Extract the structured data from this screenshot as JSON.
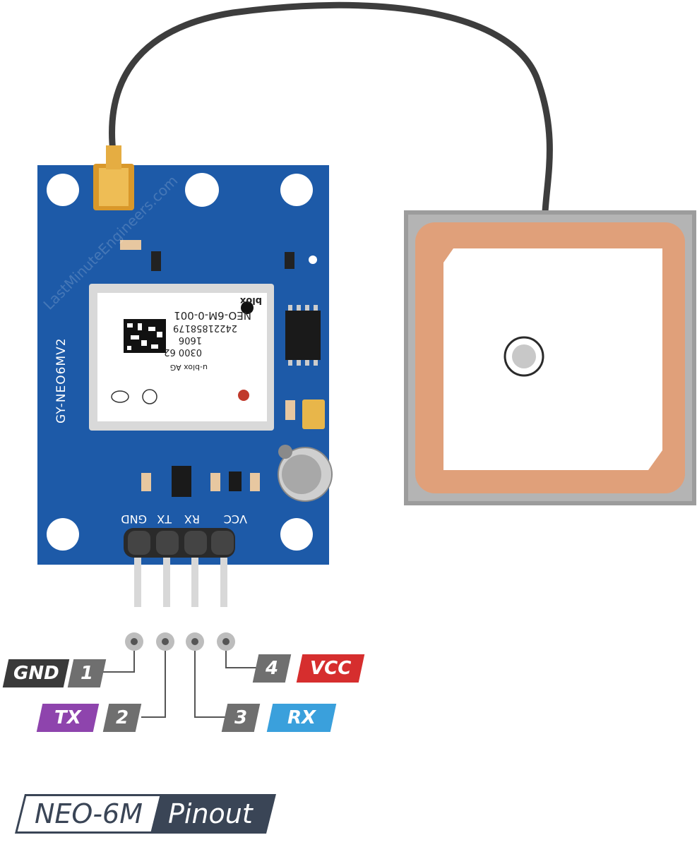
{
  "board": {
    "model_label": "GY-NEO6MV2",
    "watermark": "LastMinuteEngineers.com",
    "header_labels": [
      "GND",
      "TX",
      "RX",
      "VCC"
    ]
  },
  "module": {
    "brand": "u-blox",
    "logo": "blox",
    "part": "NEO-6M-0-001",
    "serial": "24221858179",
    "code1": "1606",
    "code2": "0300 62",
    "copyright": "u-blox AG"
  },
  "pins": [
    {
      "number": "1",
      "name": "GND",
      "color": "#3a3a3a"
    },
    {
      "number": "2",
      "name": "TX",
      "color": "#8e44ad"
    },
    {
      "number": "3",
      "name": "RX",
      "color": "#3aa0dc"
    },
    {
      "number": "4",
      "name": "VCC",
      "color": "#d62e2e"
    }
  ],
  "title": {
    "part": "NEO-6M",
    "word": "Pinout"
  },
  "colors": {
    "pcb": "#1d5aa8",
    "antenna_ring": "#e0a07a",
    "cable": "#3d3d3d",
    "connector": "#e8b64a"
  }
}
